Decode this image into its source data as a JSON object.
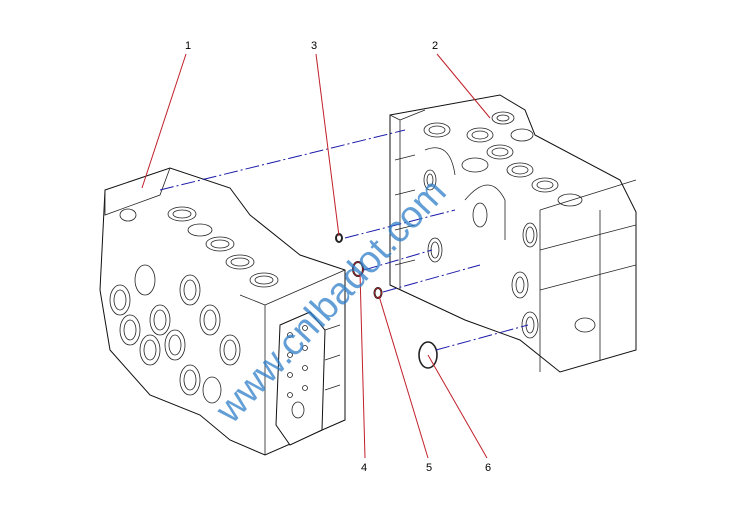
{
  "diagram": {
    "callouts": [
      "1",
      "2",
      "3",
      "4",
      "5",
      "6"
    ],
    "watermark": "www.cnlbadot.com",
    "colors": {
      "leader": "#c0202a",
      "axis": "#1a1aa8",
      "watermark": "#2f7fc8"
    }
  }
}
